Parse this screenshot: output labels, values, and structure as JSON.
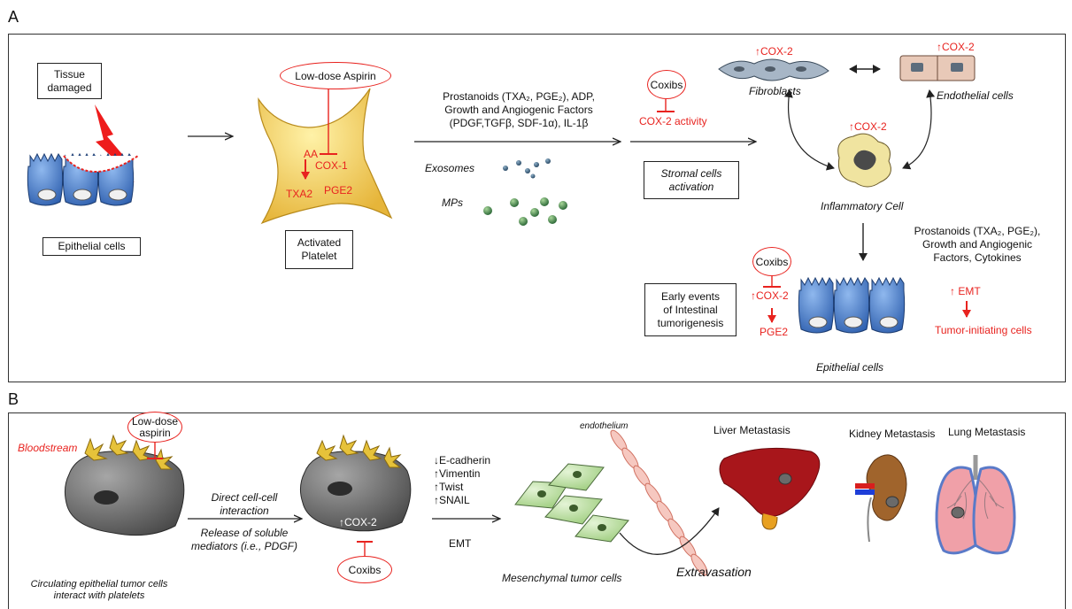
{
  "panel_a": {
    "letter": "A",
    "tissue_damaged": "Tissue\ndamaged",
    "epithelial_cells": "Epithelial  cells",
    "low_dose_aspirin": "Low-dose Aspirin",
    "aa": "AA",
    "cox1": "COX-1",
    "txa2": "TXA2",
    "pge2_platelet": "PGE2",
    "activated_platelet": "Activated\nPlatelet",
    "prostanoids_line1": "Prostanoids (TXA₂, PGE₂),  ADP,",
    "prostanoids_line2": "Growth and Angiogenic Factors",
    "prostanoids_line3": "(PDGF,TGFβ,   SDF-1α),  IL-1β",
    "exosomes": "Exosomes",
    "mps": "MPs",
    "coxibs_top": "Coxibs",
    "cox2_activity": "COX-2  activity",
    "stromal_activation": "Stromal cells\nactivation",
    "fibroblasts_cox2": "↑COX-2",
    "fibroblasts": "Fibroblasts",
    "endothelial_cox2": "↑COX-2",
    "endothelial_cells": "Endothelial cells",
    "inflammatory_cox2": "↑COX-2",
    "inflammatory_cell": "Inflammatory Cell",
    "prostanoids2_line1": "Prostanoids (TXA₂, PGE₂),",
    "prostanoids2_line2": "Growth and Angiogenic",
    "prostanoids2_line3": "Factors, Cytokines",
    "coxibs_mid": "Coxibs",
    "cox2_up": "↑COX-2",
    "pge2_bottom": "PGE2",
    "early_events": "Early events\nof Intestinal\ntumorigenesis",
    "emt_up": "↑ EMT",
    "tumor_initiating": "Tumor-initiating cells",
    "epithelial_cells_bottom": "Epithelial cells"
  },
  "panel_b": {
    "letter": "B",
    "bloodstream": "Bloodstream",
    "low_dose_aspirin": "Low-dose\naspirin",
    "circulating": "Circulating epithelial tumor cells\ninteract with platelets",
    "direct_interaction": "Direct cell-cell\ninteraction",
    "release_mediators": "Release of soluble\nmediators (i.e., PDGF)",
    "cox2": "↑COX-2",
    "coxibs": "Coxibs",
    "markers": [
      "↓E-cadherin",
      "↑Vimentin",
      "↑Twist",
      "↑SNAIL"
    ],
    "emt": "EMT",
    "endothelium": "endothelium",
    "mesenchymal": "Mesenchymal  tumor cells",
    "extravasation": "Extravasation",
    "liver": "Liver Metastasis",
    "kidney": "Kidney Metastasis",
    "lung": "Lung Metastasis"
  },
  "colors": {
    "accent_red": "#e8231f",
    "epithelial_blue": "#3f78c8",
    "platelet_yellow": "#f2c94c",
    "tumor_gray": "#6b6b6b",
    "mesenchymal_green": "#b8dba0",
    "liver_red": "#a8161b",
    "kidney_brown": "#a0642c",
    "lung_pink": "#f0a0a8"
  }
}
